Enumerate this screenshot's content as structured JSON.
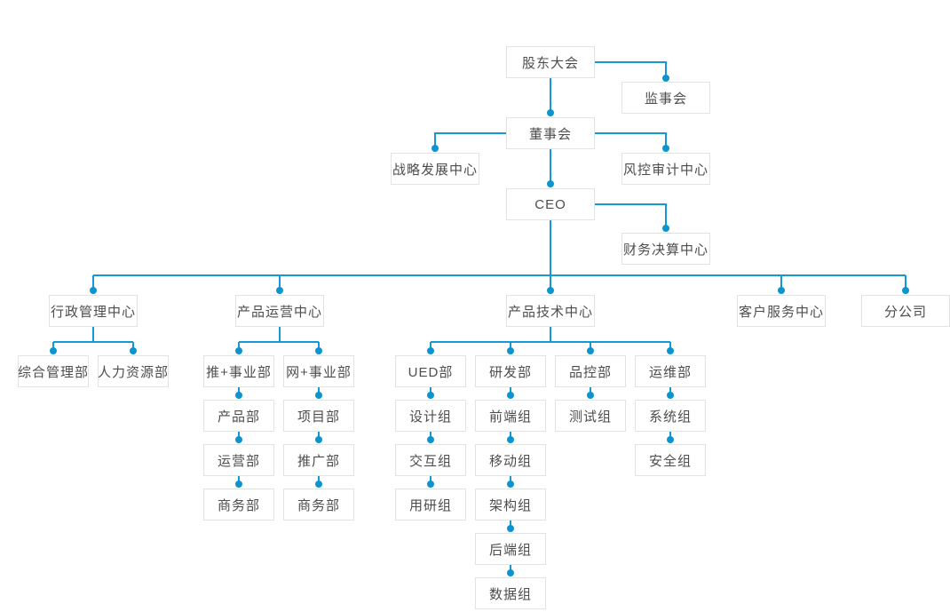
{
  "colors": {
    "connector": "#1598d4",
    "dot": "#0d94ce",
    "box_border": "#e3e3e3",
    "box_background": "#ffffff",
    "label_text": "#4d4d4d",
    "page_background": "#ffffff"
  },
  "org": {
    "nodes": {
      "shareholders_meeting": {
        "label": "股东大会"
      },
      "supervisory_board": {
        "label": "监事会"
      },
      "board_of_directors": {
        "label": "董事会"
      },
      "strategy_center": {
        "label": "战略发展中心"
      },
      "risk_audit_center": {
        "label": "风控审计中心"
      },
      "ceo": {
        "label": "CEO"
      },
      "finance_center": {
        "label": "财务决算中心"
      },
      "admin_center": {
        "label": "行政管理中心"
      },
      "product_ops_center": {
        "label": "产品运营中心"
      },
      "product_tech_center": {
        "label": "产品技术中心"
      },
      "customer_service_center": {
        "label": "客户服务中心"
      },
      "branch_company": {
        "label": "分公司"
      },
      "general_admin_dept": {
        "label": "综合管理部"
      },
      "hr_dept": {
        "label": "人力资源部"
      },
      "tui_business_dept": {
        "label": "推+事业部"
      },
      "wang_business_dept": {
        "label": "网+事业部"
      },
      "ued_dept": {
        "label": "UED部"
      },
      "rnd_dept": {
        "label": "研发部"
      },
      "qc_dept": {
        "label": "品控部"
      },
      "ops_maintenance_dept": {
        "label": "运维部"
      },
      "product_dept": {
        "label": "产品部"
      },
      "operations_dept": {
        "label": "运营部"
      },
      "business_dept_tui": {
        "label": "商务部"
      },
      "project_dept": {
        "label": "项目部"
      },
      "promotion_dept": {
        "label": "推广部"
      },
      "business_dept_wang": {
        "label": "商务部"
      },
      "design_group": {
        "label": "设计组"
      },
      "interaction_group": {
        "label": "交互组"
      },
      "user_research_group": {
        "label": "用研组"
      },
      "frontend_group": {
        "label": "前端组"
      },
      "mobile_group": {
        "label": "移动组"
      },
      "architecture_group": {
        "label": "架构组"
      },
      "backend_group": {
        "label": "后端组"
      },
      "data_group": {
        "label": "数据组"
      },
      "testing_group": {
        "label": "测试组"
      },
      "system_group": {
        "label": "系统组"
      },
      "security_group": {
        "label": "安全组"
      }
    },
    "edges": [
      [
        "shareholders_meeting",
        "supervisory_board"
      ],
      [
        "shareholders_meeting",
        "board_of_directors"
      ],
      [
        "board_of_directors",
        "strategy_center"
      ],
      [
        "board_of_directors",
        "risk_audit_center"
      ],
      [
        "board_of_directors",
        "ceo"
      ],
      [
        "ceo",
        "finance_center"
      ],
      [
        "ceo",
        "admin_center"
      ],
      [
        "ceo",
        "product_ops_center"
      ],
      [
        "ceo",
        "product_tech_center"
      ],
      [
        "ceo",
        "customer_service_center"
      ],
      [
        "ceo",
        "branch_company"
      ],
      [
        "admin_center",
        "general_admin_dept"
      ],
      [
        "admin_center",
        "hr_dept"
      ],
      [
        "product_ops_center",
        "tui_business_dept"
      ],
      [
        "product_ops_center",
        "wang_business_dept"
      ],
      [
        "tui_business_dept",
        "product_dept"
      ],
      [
        "product_dept",
        "operations_dept"
      ],
      [
        "operations_dept",
        "business_dept_tui"
      ],
      [
        "wang_business_dept",
        "project_dept"
      ],
      [
        "project_dept",
        "promotion_dept"
      ],
      [
        "promotion_dept",
        "business_dept_wang"
      ],
      [
        "product_tech_center",
        "ued_dept"
      ],
      [
        "product_tech_center",
        "rnd_dept"
      ],
      [
        "product_tech_center",
        "qc_dept"
      ],
      [
        "product_tech_center",
        "ops_maintenance_dept"
      ],
      [
        "ued_dept",
        "design_group"
      ],
      [
        "design_group",
        "interaction_group"
      ],
      [
        "interaction_group",
        "user_research_group"
      ],
      [
        "rnd_dept",
        "frontend_group"
      ],
      [
        "frontend_group",
        "mobile_group"
      ],
      [
        "mobile_group",
        "architecture_group"
      ],
      [
        "architecture_group",
        "backend_group"
      ],
      [
        "backend_group",
        "data_group"
      ],
      [
        "qc_dept",
        "testing_group"
      ],
      [
        "ops_maintenance_dept",
        "system_group"
      ],
      [
        "system_group",
        "security_group"
      ]
    ]
  }
}
